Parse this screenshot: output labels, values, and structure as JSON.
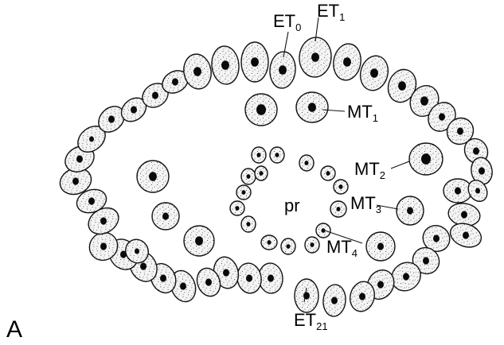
{
  "panel_letter": "A",
  "center_label": "pr",
  "labels": {
    "et0": {
      "base": "ET",
      "sub": "0"
    },
    "et1": {
      "base": "ET",
      "sub": "1"
    },
    "et21": {
      "base": "ET",
      "sub": "21"
    },
    "mt1": {
      "base": "MT",
      "sub": "1"
    },
    "mt2": {
      "base": "MT",
      "sub": "2"
    },
    "mt3": {
      "base": "MT",
      "sub": "3"
    },
    "mt4": {
      "base": "MT",
      "sub": "4"
    }
  },
  "colors": {
    "outline": "#111111",
    "nucleus": "#0a0a0a",
    "background": "#ffffff"
  }
}
